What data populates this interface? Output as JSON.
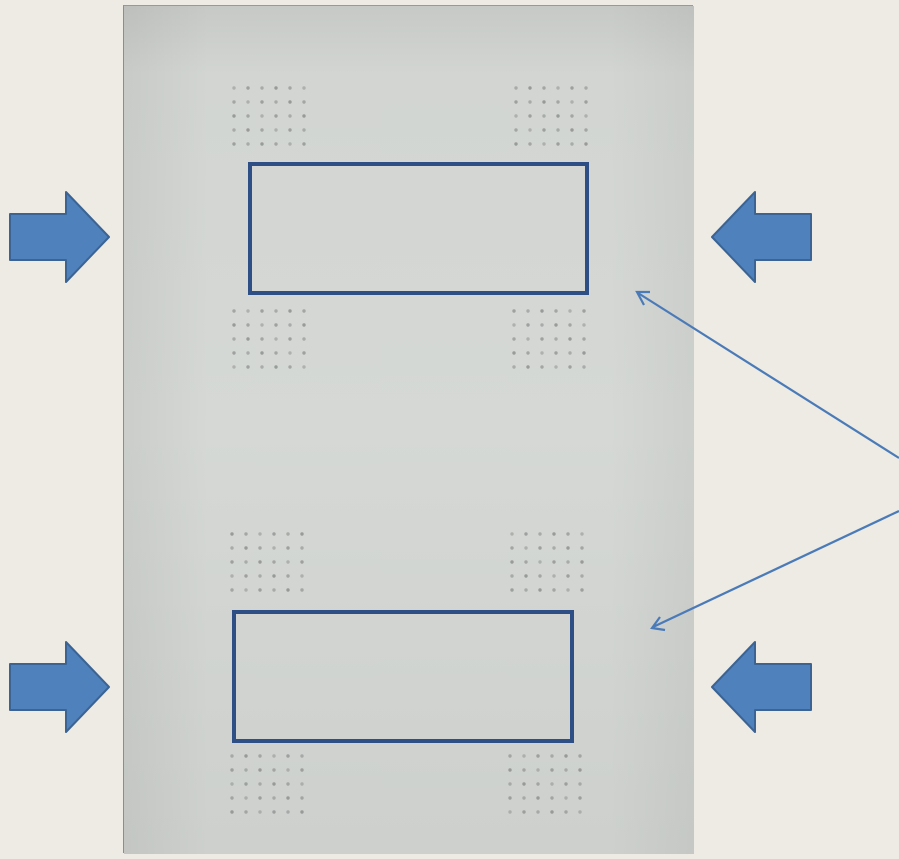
{
  "colors": {
    "slide_background": "#edebe3",
    "photo_top": "#c9ccc9",
    "photo_main": "#d3d6d3",
    "photo_bottom": "#cfd2cf",
    "dot": "#8f9290",
    "highlight_box": "#2e4f86",
    "arrow_fill": "#4f81bd",
    "arrow_stroke": "#3b6494",
    "pointer_line": "#4a7ab8"
  },
  "scene": {
    "description_icons": [
      "right-arrow-icon",
      "left-arrow-icon",
      "pointer-line-icon",
      "rectangle-highlight-icon",
      "dot-grid-icon"
    ],
    "highlight_box_count": 2,
    "dot_pattern_count": 8,
    "dot_grid": {
      "rows": 5,
      "cols": 6
    }
  }
}
